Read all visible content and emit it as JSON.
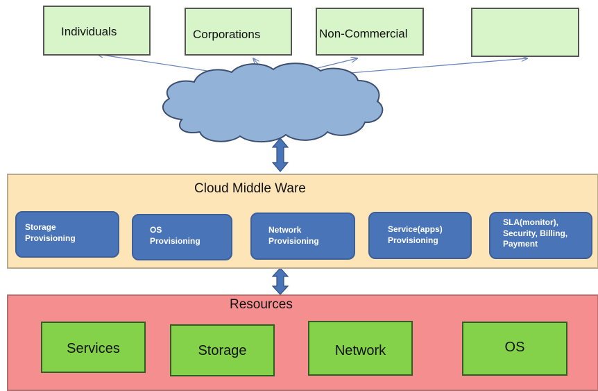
{
  "users": [
    "Individuals",
    "Corporations",
    "Non-Commercial",
    ""
  ],
  "middleware": {
    "title": "Cloud Middle Ware",
    "services": [
      "Storage\nProvisioning",
      "OS\nProvisioning",
      "Network\nProvisioning",
      "Service(apps)\nProvisioning",
      "SLA(monitor),\nSecurity, Billing,\nPayment"
    ]
  },
  "resources": {
    "title": "Resources",
    "items": [
      "Services",
      "Storage",
      "Network",
      "OS"
    ]
  },
  "colors": {
    "user_box": "#d7f5c8",
    "cloud": "#93b2d8",
    "middleware": "#fde5b8",
    "provisioning": "#4a74b8",
    "resources": "#f58f8f",
    "resource_box": "#84d24a",
    "arrow": "#4a74b8"
  }
}
